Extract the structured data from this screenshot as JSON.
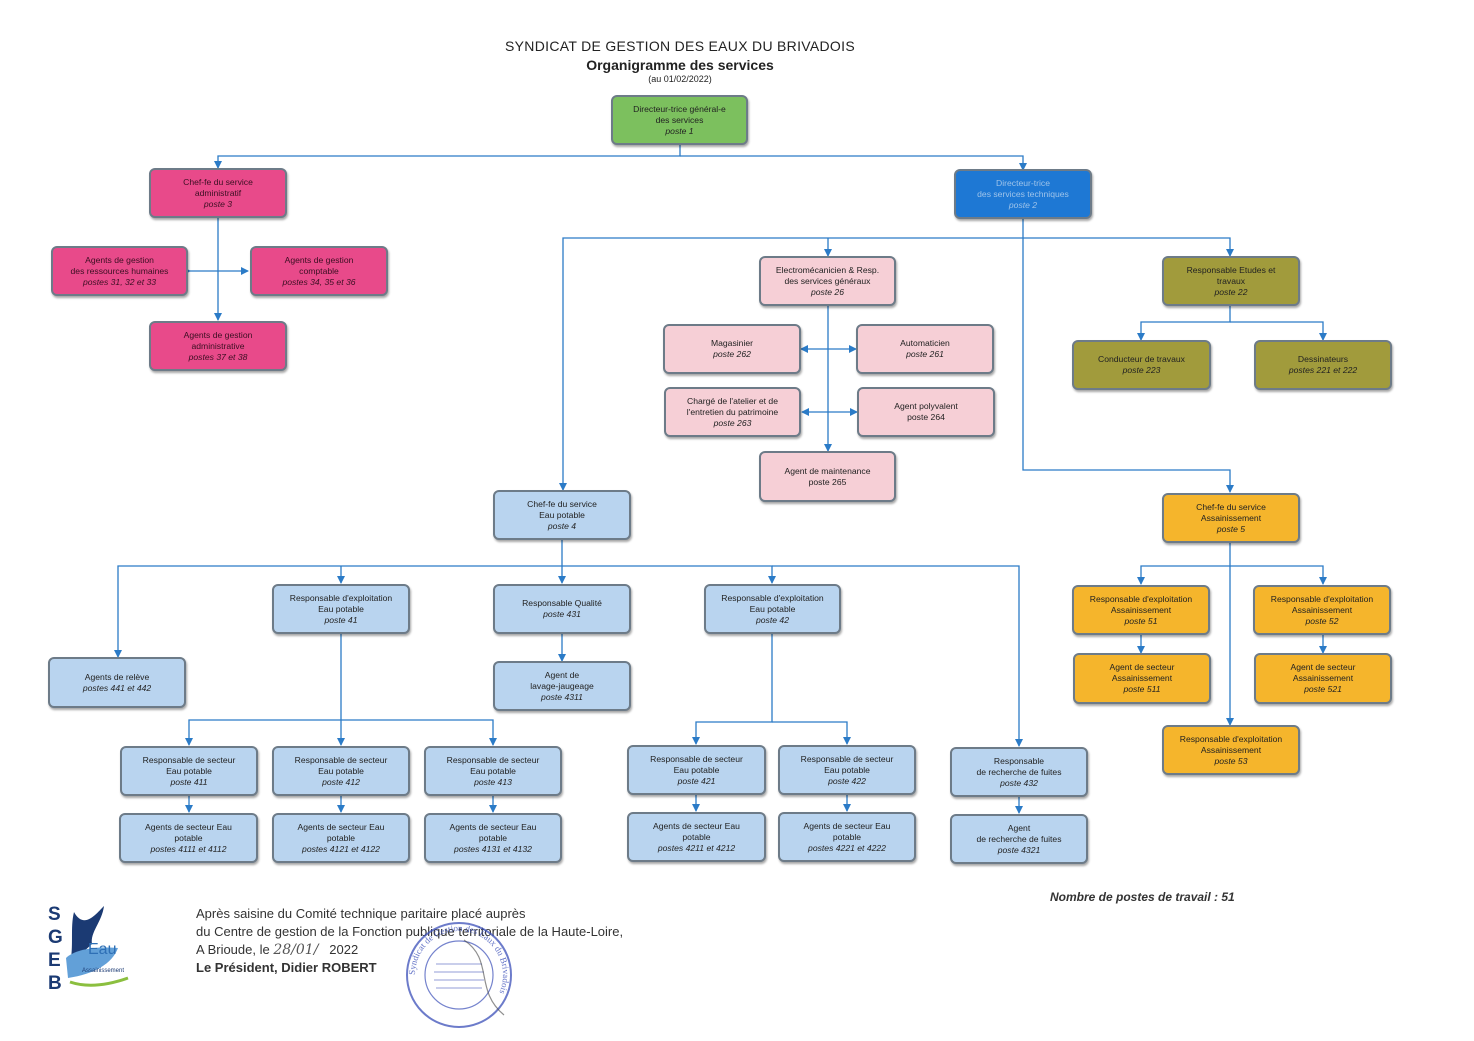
{
  "header": {
    "title": "SYNDICAT DE GESTION DES EAUX DU BRIVADOIS",
    "subtitle": "Organigramme des services",
    "date": "(au 01/02/2022)"
  },
  "colors": {
    "director": "#7cc05e",
    "technical": "#1e78d4",
    "administrative": "#e84a8a",
    "general_services": "#f6cfd6",
    "studies": "#a19b3c",
    "drinking_water": "#b9d4ef",
    "sanitation": "#f5b52c",
    "connector": "#2b7bc7"
  },
  "nodes": {
    "dg": {
      "l1": "Directeur-trice général-e",
      "l2": "des services",
      "p": "poste 1"
    },
    "adm": {
      "l1": "Chef-fe du service",
      "l2": "administratif",
      "p": "poste 3"
    },
    "tech": {
      "l1": "Directeur-trice",
      "l2": "des services techniques",
      "p": "poste 2"
    },
    "rh": {
      "l1": "Agents de gestion",
      "l2": "des ressources humaines",
      "p": "postes 31, 32 et 33"
    },
    "compta": {
      "l1": "Agents de gestion",
      "l2": "comptable",
      "p": "postes 34, 35 et 36"
    },
    "agadm": {
      "l1": "Agents de gestion",
      "l2": "administrative",
      "p": "postes 37 et 38"
    },
    "elec": {
      "l1": "Electromécanicien & Resp.",
      "l2": "des services généraux",
      "p": "poste 26"
    },
    "mag": {
      "l1": "Magasinier",
      "p": "poste 262"
    },
    "auto": {
      "l1": "Automaticien",
      "p": "poste 261"
    },
    "atel": {
      "l1": "Chargé de l'atelier et de",
      "l2": "l'entretien du patrimoine",
      "p": "poste 263"
    },
    "poly": {
      "l1": "Agent polyvalent",
      "p": "poste 264"
    },
    "maint": {
      "l1": "Agent de maintenance",
      "p": "poste 265"
    },
    "etudes": {
      "l1": "Responsable Etudes et",
      "l2": "travaux",
      "p": "poste 22"
    },
    "cond": {
      "l1": "Conducteur de travaux",
      "p": "poste 223"
    },
    "dess": {
      "l1": "Dessinateurs",
      "p": "postes 221 et 222"
    },
    "ep": {
      "l1": "Chef-fe du service",
      "l2": "Eau potable",
      "p": "poste 4"
    },
    "ass": {
      "l1": "Chef-fe du service",
      "l2": "Assainissement",
      "p": "poste 5"
    },
    "rel": {
      "l1": "Agents de relève",
      "p": "postes 441 et 442"
    },
    "r41": {
      "l1": "Responsable d'exploitation",
      "l2": "Eau potable",
      "p": "poste 41"
    },
    "qual": {
      "l1": "Responsable Qualité",
      "p": "poste 431"
    },
    "r42": {
      "l1": "Responsable d'exploitation",
      "l2": "Eau potable",
      "p": "poste 42"
    },
    "lav": {
      "l1": "Agent de",
      "l2": "lavage-jaugeage",
      "p": "poste 4311"
    },
    "r51": {
      "l1": "Responsable d'exploitation",
      "l2": "Assainissement",
      "p": "poste 51"
    },
    "r52": {
      "l1": "Responsable d'exploitation",
      "l2": "Assainissement",
      "p": "poste 52"
    },
    "a511": {
      "l1": "Agent de secteur",
      "l2": "Assainissement",
      "p": "poste 511"
    },
    "a521": {
      "l1": "Agent de secteur",
      "l2": "Assainissement",
      "p": "poste 521"
    },
    "r53": {
      "l1": "Responsable d'exploitation",
      "l2": "Assainissement",
      "p": "poste 53"
    },
    "s411": {
      "l1": "Responsable de secteur",
      "l2": "Eau potable",
      "p": "poste 411"
    },
    "s412": {
      "l1": "Responsable de secteur",
      "l2": "Eau potable",
      "p": "poste 412"
    },
    "s413": {
      "l1": "Responsable de secteur",
      "l2": "Eau potable",
      "p": "poste 413"
    },
    "s421": {
      "l1": "Responsable de secteur",
      "l2": "Eau potable",
      "p": "poste 421"
    },
    "s422": {
      "l1": "Responsable de secteur",
      "l2": "Eau potable",
      "p": "poste 422"
    },
    "f432": {
      "l1": "Responsable",
      "l2": "de recherche de fuites",
      "p": "poste 432"
    },
    "a411": {
      "l1": "Agents de secteur Eau",
      "l2": "potable",
      "p": "postes 4111 et 4112"
    },
    "a412": {
      "l1": "Agents de secteur Eau",
      "l2": "potable",
      "p": "postes 4121 et 4122"
    },
    "a413": {
      "l1": "Agents de secteur Eau",
      "l2": "potable",
      "p": "postes 4131 et 4132"
    },
    "a421": {
      "l1": "Agents de secteur Eau",
      "l2": "potable",
      "p": "postes 4211 et 4212"
    },
    "a422": {
      "l1": "Agents de secteur Eau",
      "l2": "potable",
      "p": "postes 4221 et 4222"
    },
    "f4321": {
      "l1": "Agent",
      "l2": "de recherche de fuites",
      "p": "poste 4321"
    }
  },
  "footer": {
    "line1": "Après saisine du Comité technique paritaire placé auprès",
    "line2": "du Centre de gestion de la Fonction publique territoriale de la Haute-Loire,",
    "line3_prefix": "A Brioude, le",
    "line3_date": "28/01/",
    "line3_year": "2022",
    "line4": "Le Président, Didier ROBERT",
    "count": "Nombre de postes de travail : 51"
  },
  "logo": {
    "letters": [
      "S",
      "G",
      "E",
      "B"
    ],
    "eau": "Eau",
    "assainissement": "Assainissement"
  },
  "stamp": {
    "text": "Syndicat de Gestion des Eaux du Brivadois"
  }
}
